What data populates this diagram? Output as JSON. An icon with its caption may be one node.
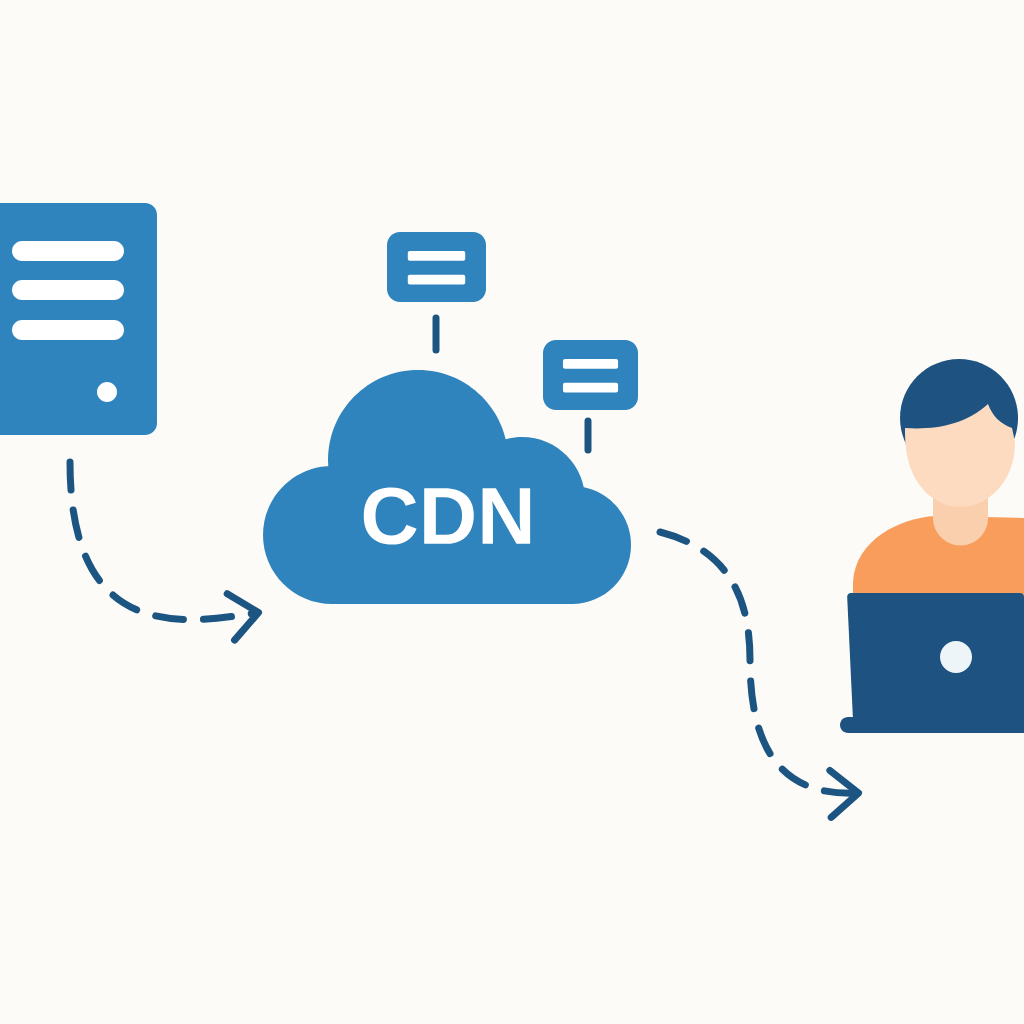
{
  "diagram": {
    "nodes": [
      {
        "text": [],
        "shape": "picture"
      },
      {
        "text": [
          "CDN"
        ]
      },
      {
        "text": [],
        "shape": "box"
      },
      {
        "text": [],
        "shape": "box"
      },
      {
        "text": [],
        "shape": "person"
      }
    ],
    "edges": [
      {
        "from": 0,
        "to": 1,
        "arrow": "to",
        "style": "dashed"
      },
      {
        "from": 1,
        "to": 4,
        "arrow": "to",
        "style": "dashed"
      },
      {
        "from": 2,
        "to": 1,
        "arrow": "none"
      },
      {
        "from": 3,
        "to": 1,
        "arrow": "none"
      }
    ]
  }
}
